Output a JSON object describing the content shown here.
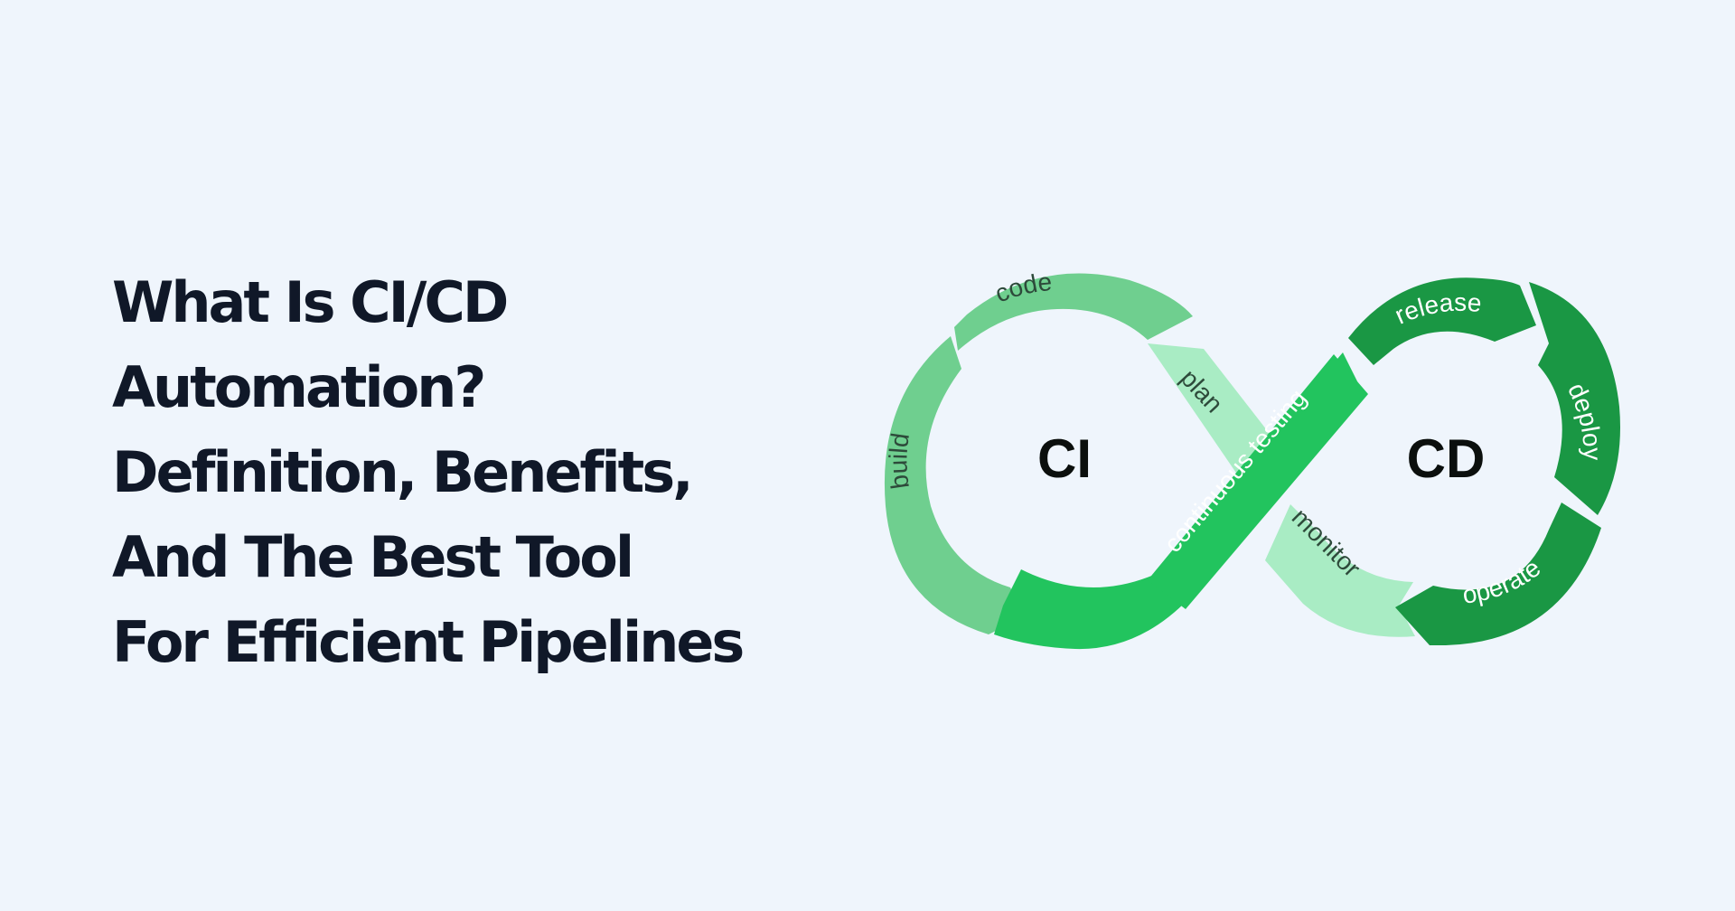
{
  "heading": {
    "lines": [
      "What Is CI/CD",
      "Automation?",
      "Definition, Benefits,",
      "And The Best Tool",
      "For Efficient Pipelines"
    ]
  },
  "diagram": {
    "ci_label": "CI",
    "cd_label": "CD",
    "stages": {
      "code": "code",
      "build": "build",
      "plan": "plan",
      "continuous_testing": "continuous testing",
      "monitor": "monitor",
      "release": "release",
      "deploy": "deploy",
      "operate": "operate"
    },
    "colors": {
      "light_green": "#6fcf8f",
      "pale_green": "#a9ecc4",
      "bright_green": "#22c45e",
      "dark_green": "#1a9744",
      "label_dark": "#2d4a3a",
      "label_white": "#ffffff"
    }
  }
}
